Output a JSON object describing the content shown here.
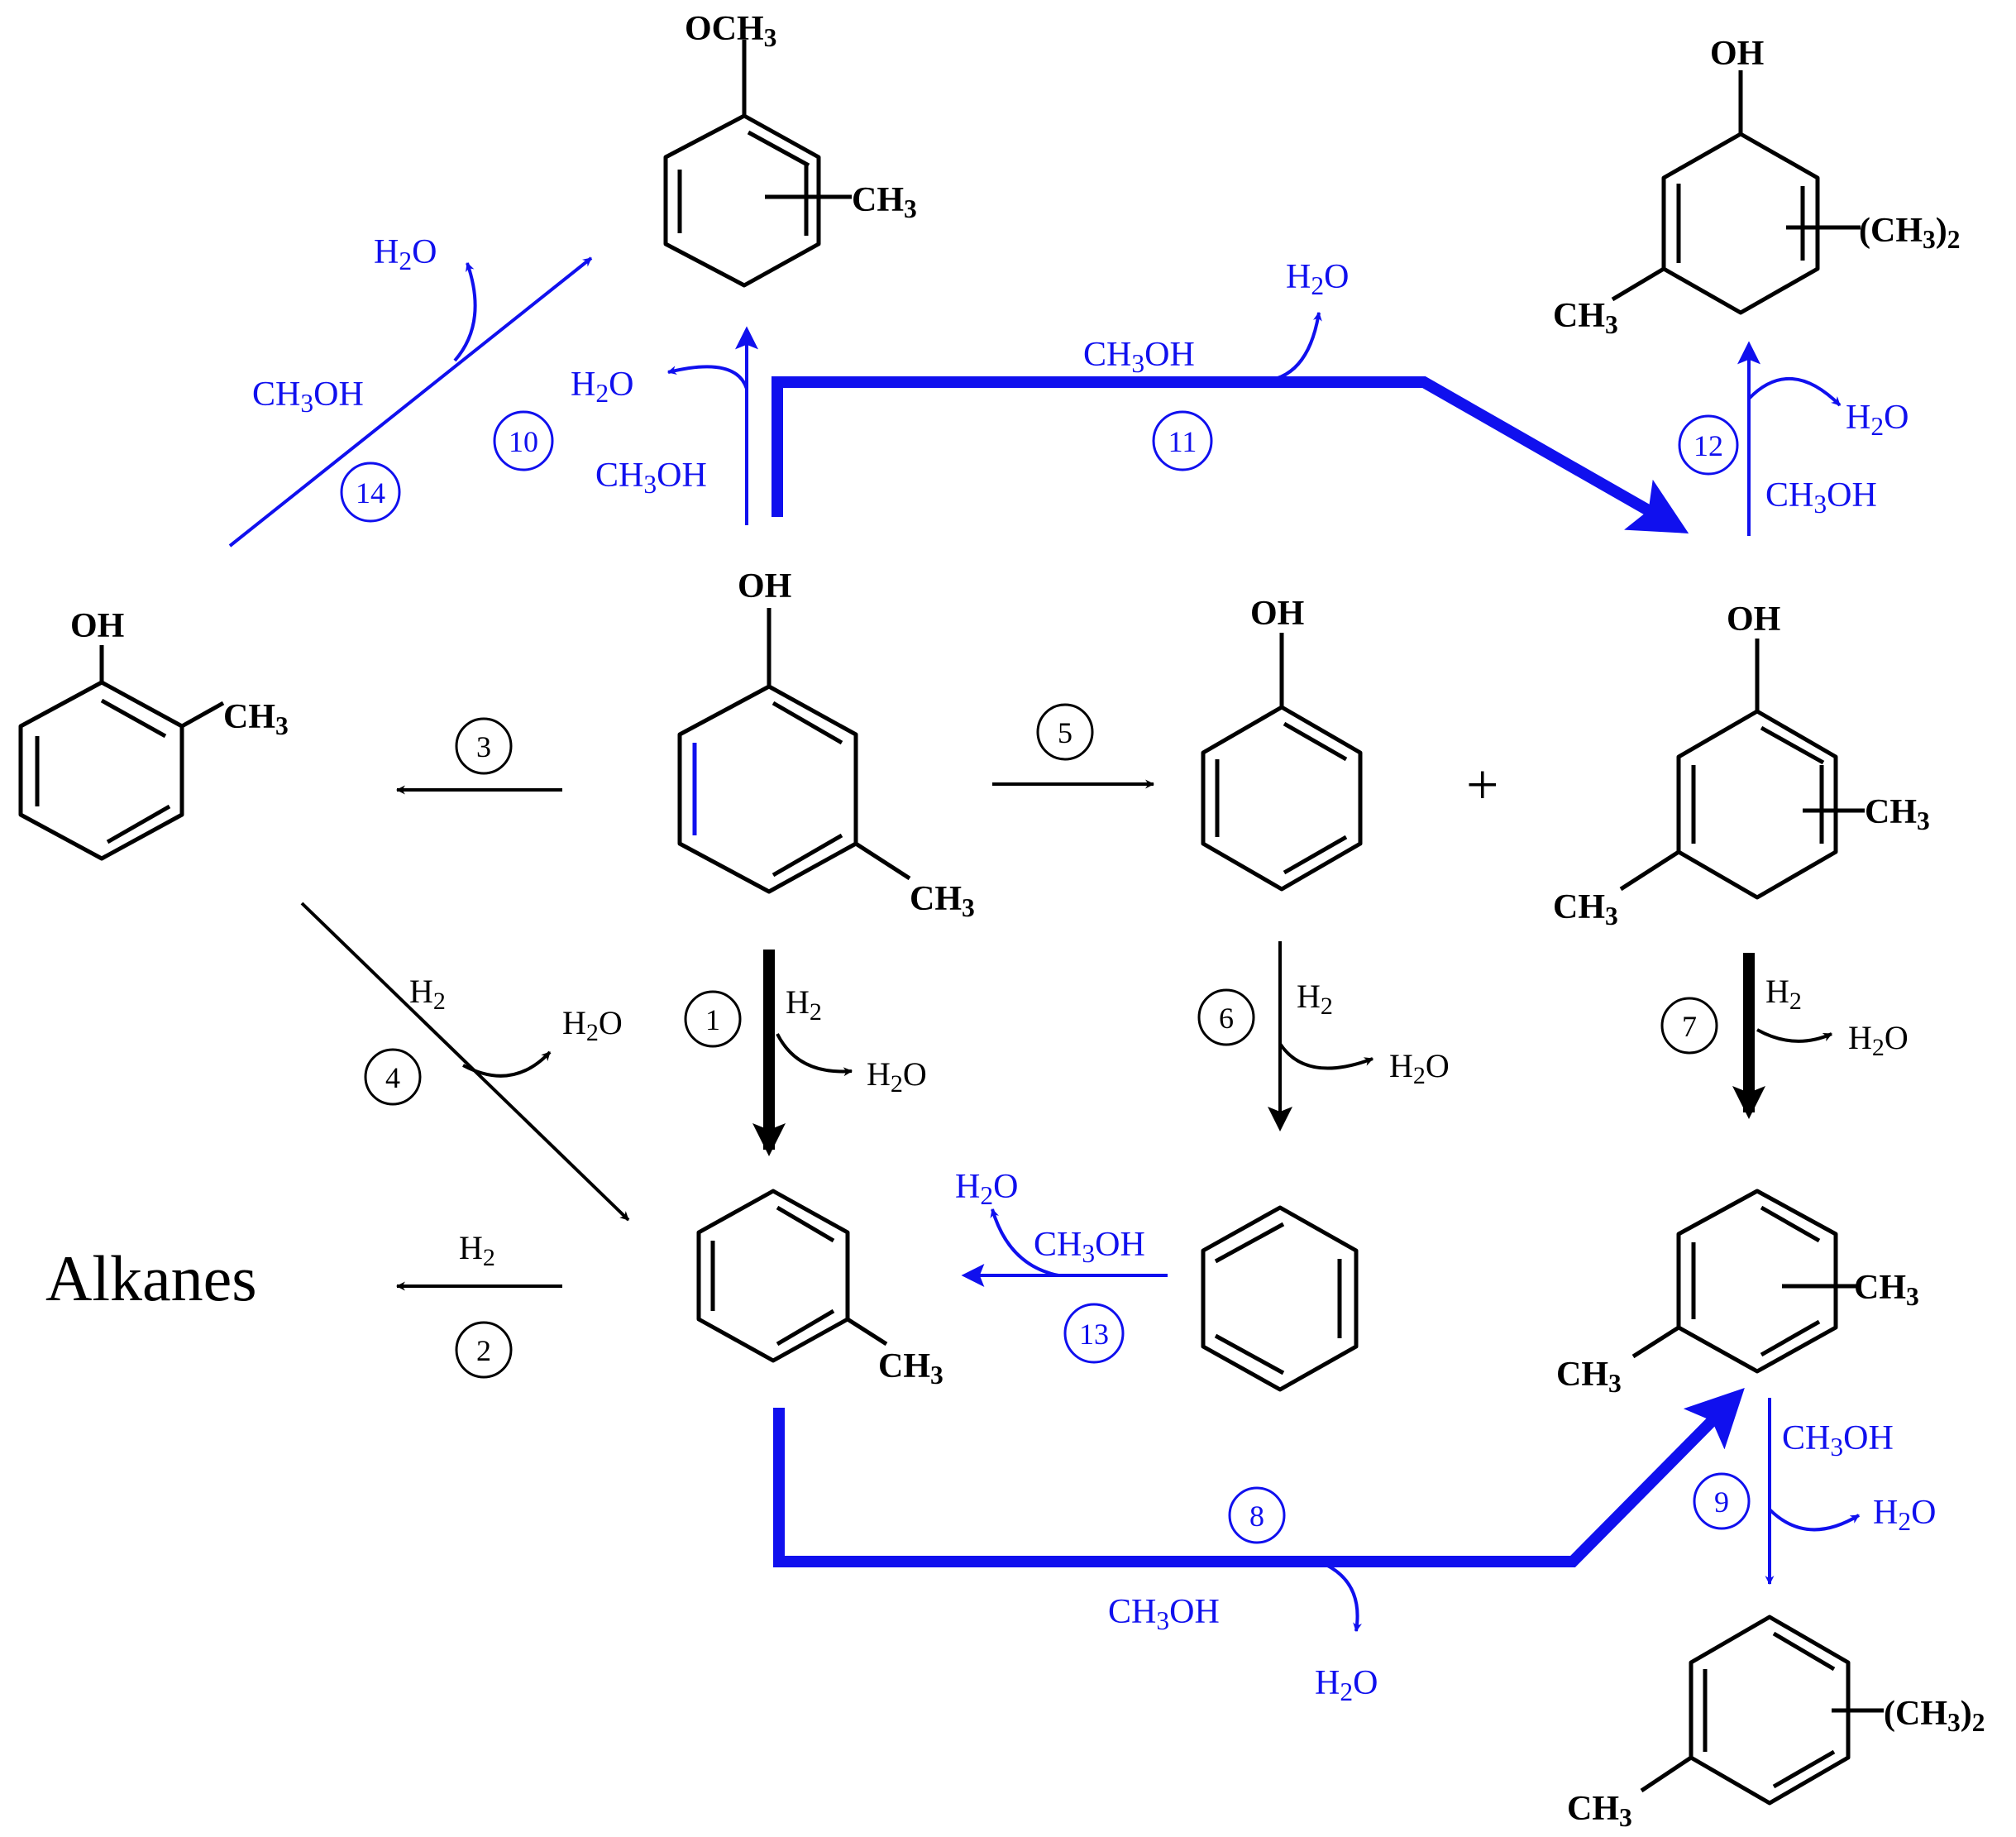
{
  "colors": {
    "black": "#000000",
    "blue": "#1010ee"
  },
  "molecules": {
    "m_cresol": {
      "oh": "OH",
      "ch3": "CH3"
    },
    "methylanisole": {
      "och3": "OCH3",
      "ch3": "CH3"
    },
    "trimethylphenol": {
      "oh": "OH",
      "ch3": "CH3",
      "ch3_2": "(CH3)2"
    },
    "o_cresol": {
      "oh": "OH",
      "ch3": "CH3"
    },
    "phenol": {
      "oh": "OH"
    },
    "xylenol": {
      "oh": "OH",
      "ch3_left": "CH3",
      "ch3_right": "CH3"
    },
    "toluene": {
      "ch3": "CH3"
    },
    "xylene": {
      "ch3_left": "CH3",
      "ch3_right": "CH3"
    },
    "trimethylbenzene": {
      "ch3": "CH3",
      "ch3_2": "(CH3)2"
    }
  },
  "labels": {
    "alkanes": "Alkanes",
    "plus": "+",
    "h2": "H2",
    "h2o": "H2O",
    "ch3oh": "CH3OH"
  },
  "steps": [
    "1",
    "2",
    "3",
    "4",
    "5",
    "6",
    "7",
    "8",
    "9",
    "10",
    "11",
    "12",
    "13",
    "14"
  ]
}
